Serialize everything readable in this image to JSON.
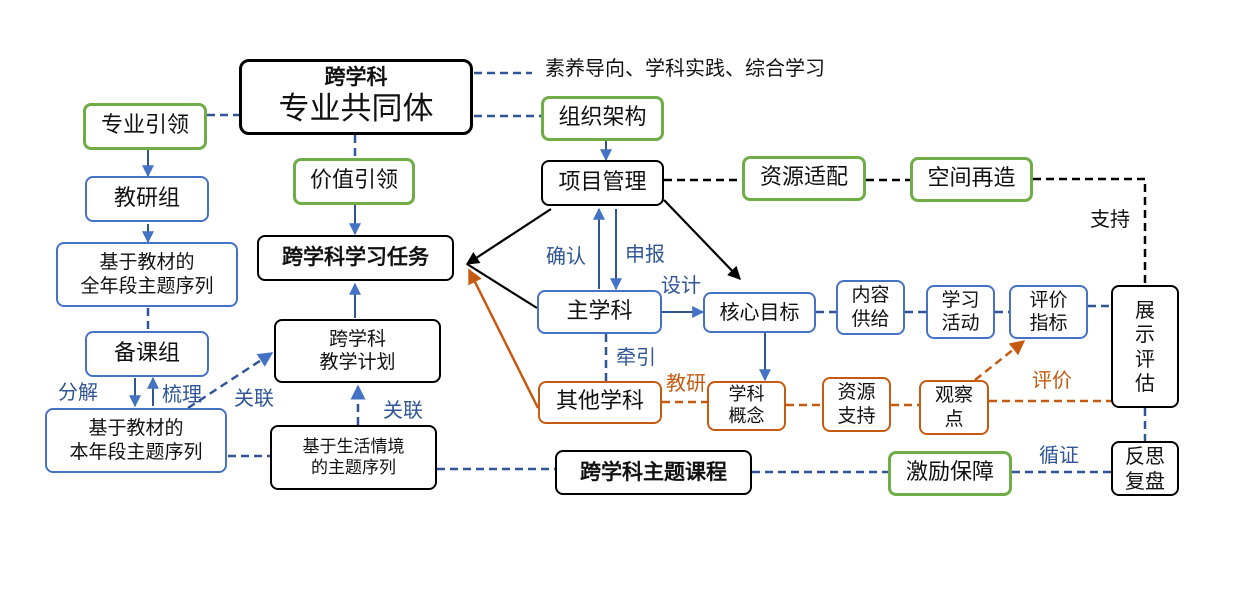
{
  "nodes": {
    "community_title": "跨学科",
    "community_sub": "专业共同体",
    "professional_lead": "专业引领",
    "value_lead": "价值引领",
    "org_structure": "组织架构",
    "project_mgmt": "项目管理",
    "resource_fit": "资源适配",
    "space_rebuild": "空间再造",
    "teaching_research_group": "教研组",
    "full_topic_line1": "基于教材的",
    "full_topic_line2": "全年段主题序列",
    "lesson_prep_group": "备课组",
    "year_topic_line1": "基于教材的",
    "year_topic_line2": "本年段主题序列",
    "task": "跨学科学习任务",
    "plan_line1": "跨学科",
    "plan_line2": "教学计划",
    "life_line1": "基于生活情境",
    "life_line2": "的主题序列",
    "main_subject": "主学科",
    "other_subject": "其他学科",
    "core_goal": "核心目标",
    "content_line1": "内容",
    "content_line2": "供给",
    "activity_line1": "学习",
    "activity_line2": "活动",
    "indicator_line1": "评价",
    "indicator_line2": "指标",
    "concept_line1": "学科",
    "concept_line2": "概念",
    "support_line1": "资源",
    "support_line2": "支持",
    "observe_line1": "观察",
    "observe_line2": "点",
    "showcase_chars": [
      "展",
      "示",
      "评",
      "估"
    ],
    "reflect_line1": "反思",
    "reflect_line2": "复盘",
    "theme_course": "跨学科主题课程",
    "incentive": "激励保障"
  },
  "labels": {
    "orientation": "素养导向、学科实践、综合学习",
    "confirm": "确认",
    "report": "申报",
    "design": "设计",
    "pull": "牵引",
    "research": "教研",
    "evaluate": "评价",
    "support": "支持",
    "decompose": "分解",
    "sort": "梳理",
    "relate1": "关联",
    "relate2": "关联",
    "evidence": "循证"
  },
  "colors": {
    "black": "#000000",
    "green": "#70ad47",
    "blue": "#4472c4",
    "blue_dark": "#2f5597",
    "orange": "#c55a11"
  }
}
